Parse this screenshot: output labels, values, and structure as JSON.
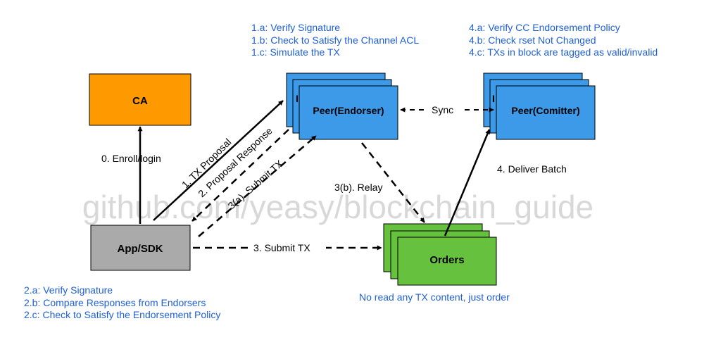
{
  "watermark": "github.com/yeasy/blockchain_guide",
  "nodes": {
    "ca": "CA",
    "app": "App/SDK",
    "endorser": "Peer(Endorser)",
    "committer": "Peer(Comitter)",
    "orders": "Orders",
    "behind_letter": "I"
  },
  "edges": {
    "enroll": "0. Enroll/login",
    "tx_proposal": "1. TX Proposal",
    "proposal_response": "2. Proposal Response",
    "submit_tx_a": "3(a). Submit TX",
    "relay": "3(b). Relay",
    "submit_tx": "3. Submit TX",
    "sync": "Sync",
    "deliver": "4. Deliver Batch"
  },
  "notes": {
    "endorser": [
      "1.a: Verify Signature",
      "1.b: Check to Satisfy the Channel ACL",
      "1.c: Simulate the TX"
    ],
    "committer": [
      "4.a: Verify CC Endorsement Policy",
      "4.b: Check rset Not Changed",
      "4.c: TXs in block are tagged as valid/invalid"
    ],
    "app": [
      "2.a: Verify Signature",
      "2.b: Compare Responses from Endorsers",
      "2.c: Check to Satisfy the Endorsement Policy"
    ],
    "orders": "No read any TX content, just order"
  },
  "colors": {
    "ca": "#ff9900",
    "app": "#aaaaaa",
    "peer": "#3d9ae8",
    "orders": "#66c13f",
    "note_text": "#1f5fd6",
    "watermark": "#d4d4d4"
  }
}
